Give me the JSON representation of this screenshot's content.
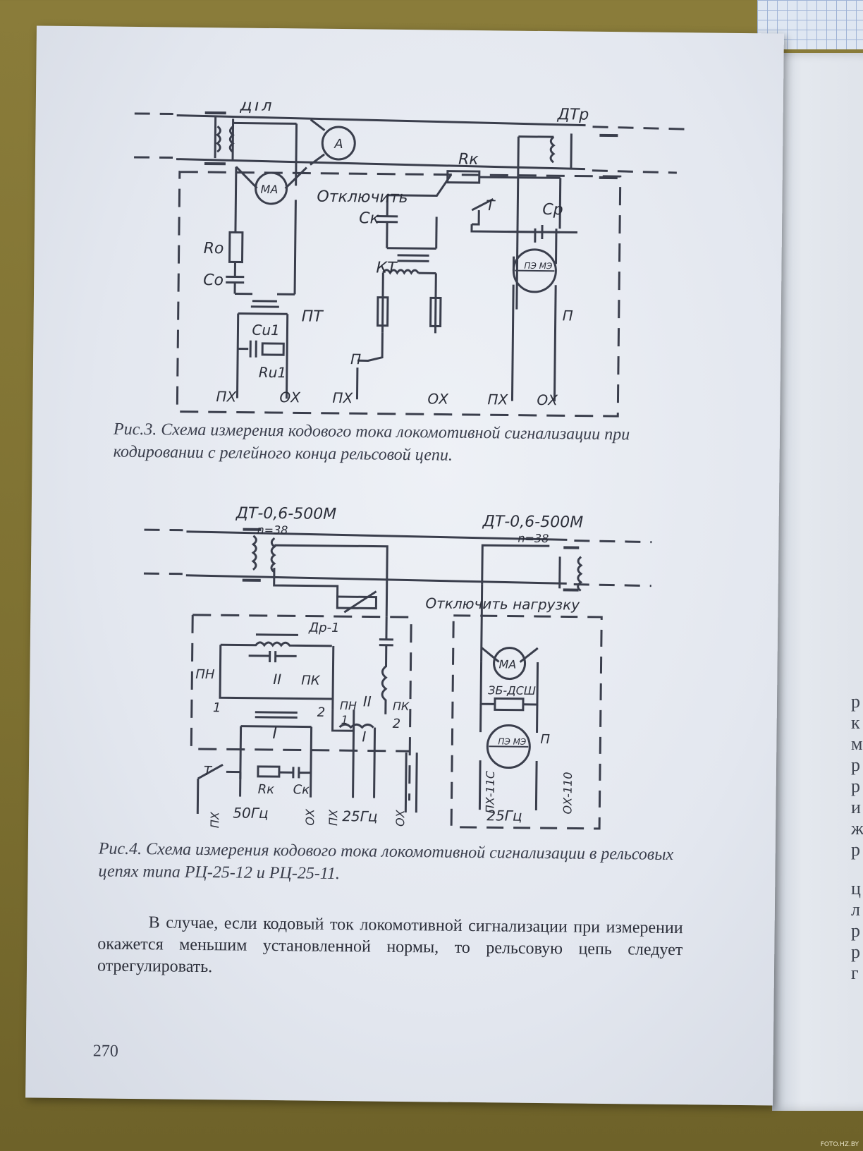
{
  "figure3": {
    "labels": {
      "dtl": "ДТл",
      "dtr": "ДТр",
      "ammeter": "A",
      "ma": "МА",
      "disconnect": "Отключить",
      "rk": "Rк",
      "ck": "Ск",
      "t": "Т",
      "cp": "Ср",
      "kt": "КТ",
      "ro": "Ro",
      "co": "Co",
      "pt": "ПТ",
      "ci1": "Сu1",
      "ri1": "Ru1",
      "p_left": "П",
      "p_right": "П",
      "px1": "ПХ",
      "ox1": "ОХ",
      "px2": "ПХ",
      "ox2": "ОХ",
      "px3": "ПХ",
      "ox3": "ОХ",
      "relay": "ПЭ МЭ"
    },
    "caption": "Рис.3. Схема измерения кодового тока локомотивной сигнализации при кодировании с релейного конца рельсовой цепи."
  },
  "figure4": {
    "labels": {
      "dt_left": "ДТ-0,6-500М",
      "n_left": "n=38",
      "dt_right": "ДТ-0,6-500М",
      "n_right": "n=38",
      "disconnect_load": "Отключить нагрузку",
      "dr1": "Др-1",
      "pn_left": "ПН",
      "ii_left": "II",
      "pk_left": "ПК",
      "pn_mid": "ПН",
      "ii_mid": "II",
      "pk_mid": "ПК",
      "one_left": "1",
      "i_left": "I",
      "two_left": "2",
      "one_mid": "1",
      "i_mid": "I",
      "two_mid": "2",
      "t": "Т",
      "rk": "Rк",
      "ck": "Ск",
      "px": "ПХ",
      "f50": "50Гц",
      "ox": "ОХ",
      "pkh": "ПХ",
      "f25": "25Гц",
      "ox_mid": "ОХ",
      "ma": "МА",
      "zbdsh": "ЗБ-ДСШ",
      "relay": "ПЭ МЭ",
      "p": "П",
      "px11c": "ПХ-11С",
      "f25_right": "25Гц",
      "ox110": "ОХ-110"
    },
    "caption": "Рис.4. Схема измерения кодового тока локомотивной сигнализации в рельсовых цепях типа РЦ-25-12 и РЦ-25-11."
  },
  "body": {
    "paragraph": "В случае, если кодовый ток локомотивной сигнализации при измерении окажется меньшим установленной нормы, то рельсовую цепь следует отрегулировать."
  },
  "page_number": "270",
  "right_page_letters": [
    "р",
    "к",
    "м",
    "р",
    "р",
    "и",
    "ж",
    "р",
    "ц",
    "л",
    "р",
    "р",
    "г"
  ],
  "watermark": "FOTO.HZ.BY"
}
